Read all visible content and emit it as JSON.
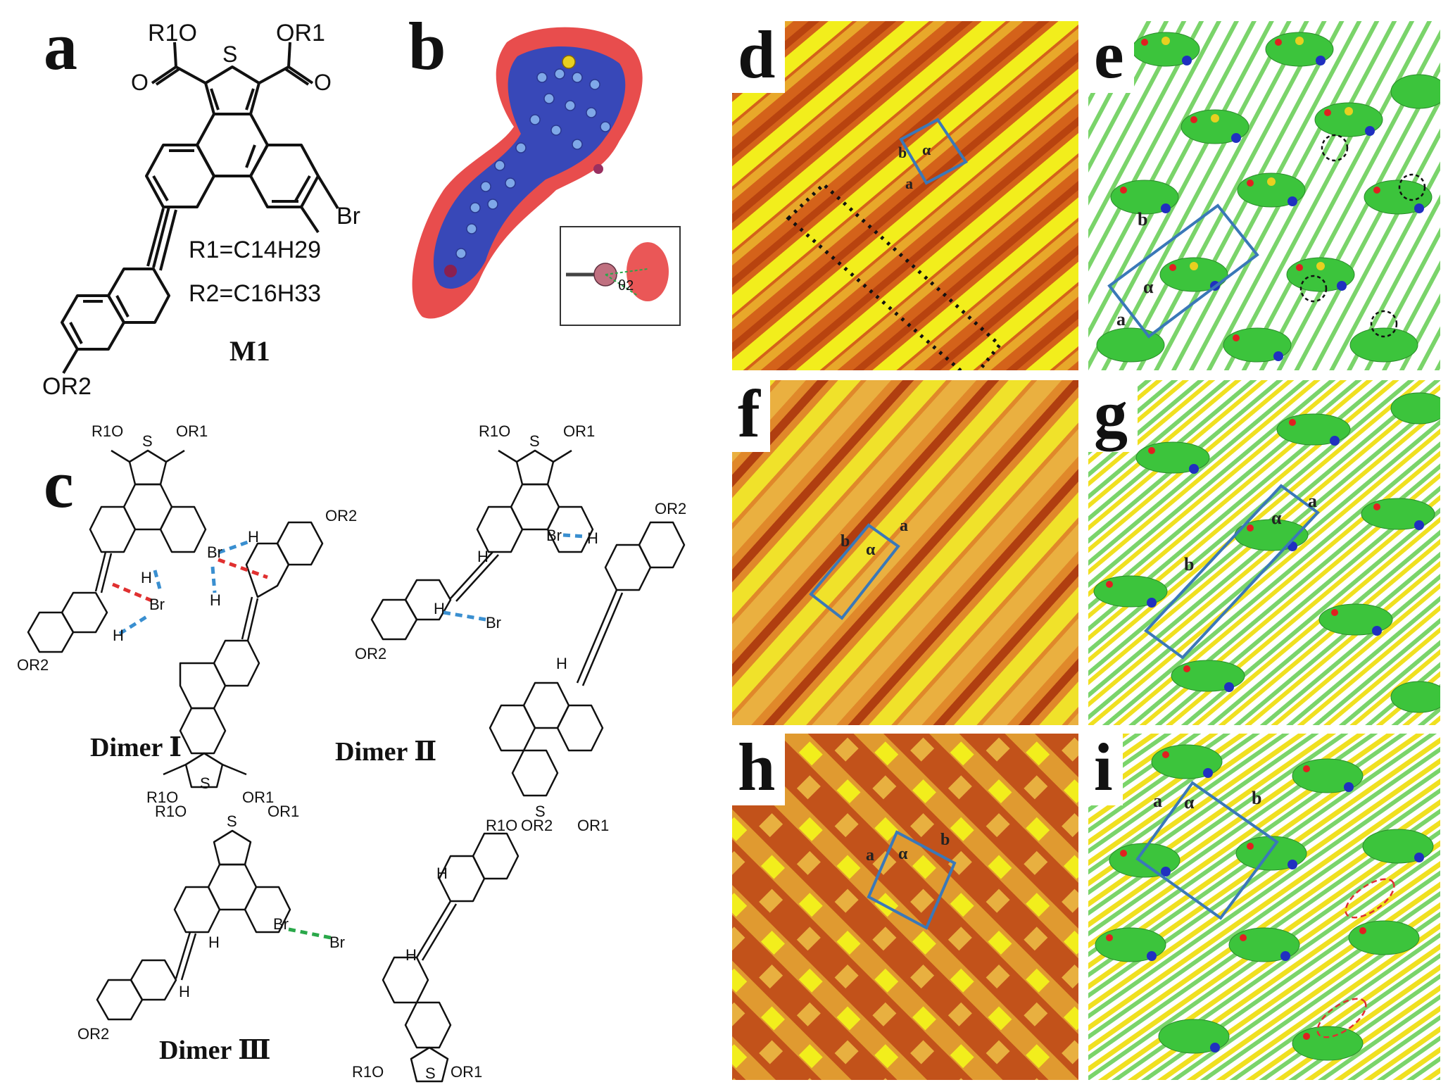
{
  "panels": {
    "a": {
      "label": "a",
      "substituents": {
        "r1o_left": "R1O",
        "r1o_right": "OR1",
        "s": "S",
        "o": "O",
        "br": "Br",
        "or2": "OR2"
      },
      "r1_def": "R1=C14H29",
      "r2_def": "R2=C16H33",
      "compound": "M1"
    },
    "b": {
      "label": "b",
      "angle_symbol": "θ2"
    },
    "c": {
      "label": "c",
      "atoms": {
        "br": "Br",
        "h": "H",
        "s": "S",
        "or2": "OR2",
        "r1o": "R1O",
        "or1": "OR1"
      },
      "dimers": [
        "Dimer Ⅰ",
        "Dimer Ⅱ",
        "Dimer Ⅲ"
      ]
    },
    "d": {
      "label": "d",
      "lattice": {
        "a": "a",
        "b": "b",
        "alpha": "α"
      }
    },
    "e": {
      "label": "e",
      "lattice": {
        "a": "a",
        "b": "b",
        "alpha": "α"
      }
    },
    "f": {
      "label": "f",
      "lattice": {
        "a": "a",
        "b": "b",
        "alpha": "α"
      }
    },
    "g": {
      "label": "g",
      "lattice": {
        "a": "a",
        "b": "b",
        "alpha": "α"
      }
    },
    "h": {
      "label": "h",
      "lattice": {
        "a": "a",
        "b": "b",
        "alpha": "α"
      }
    },
    "i": {
      "label": "i",
      "lattice": {
        "a": "a",
        "b": "b",
        "alpha": "α"
      }
    }
  },
  "colors": {
    "stm_dark": "#c0470f",
    "stm_mid": "#e07a18",
    "stm_bright": "#f2ee1c",
    "model_core": "#3cc43c",
    "model_chain": "#7ad46a",
    "model_alkyl_yellow": "#f0e020",
    "oxygen": "#e02020",
    "sulfur": "#e8d020",
    "bromine": "#2030c0",
    "unit_cell": "#3a78b8",
    "hbond_blue": "#3a8fd0",
    "xbond_red": "#e03030",
    "xx_green": "#2aa84a",
    "esp_blue": "#3848b8",
    "esp_red": "#e02830"
  }
}
